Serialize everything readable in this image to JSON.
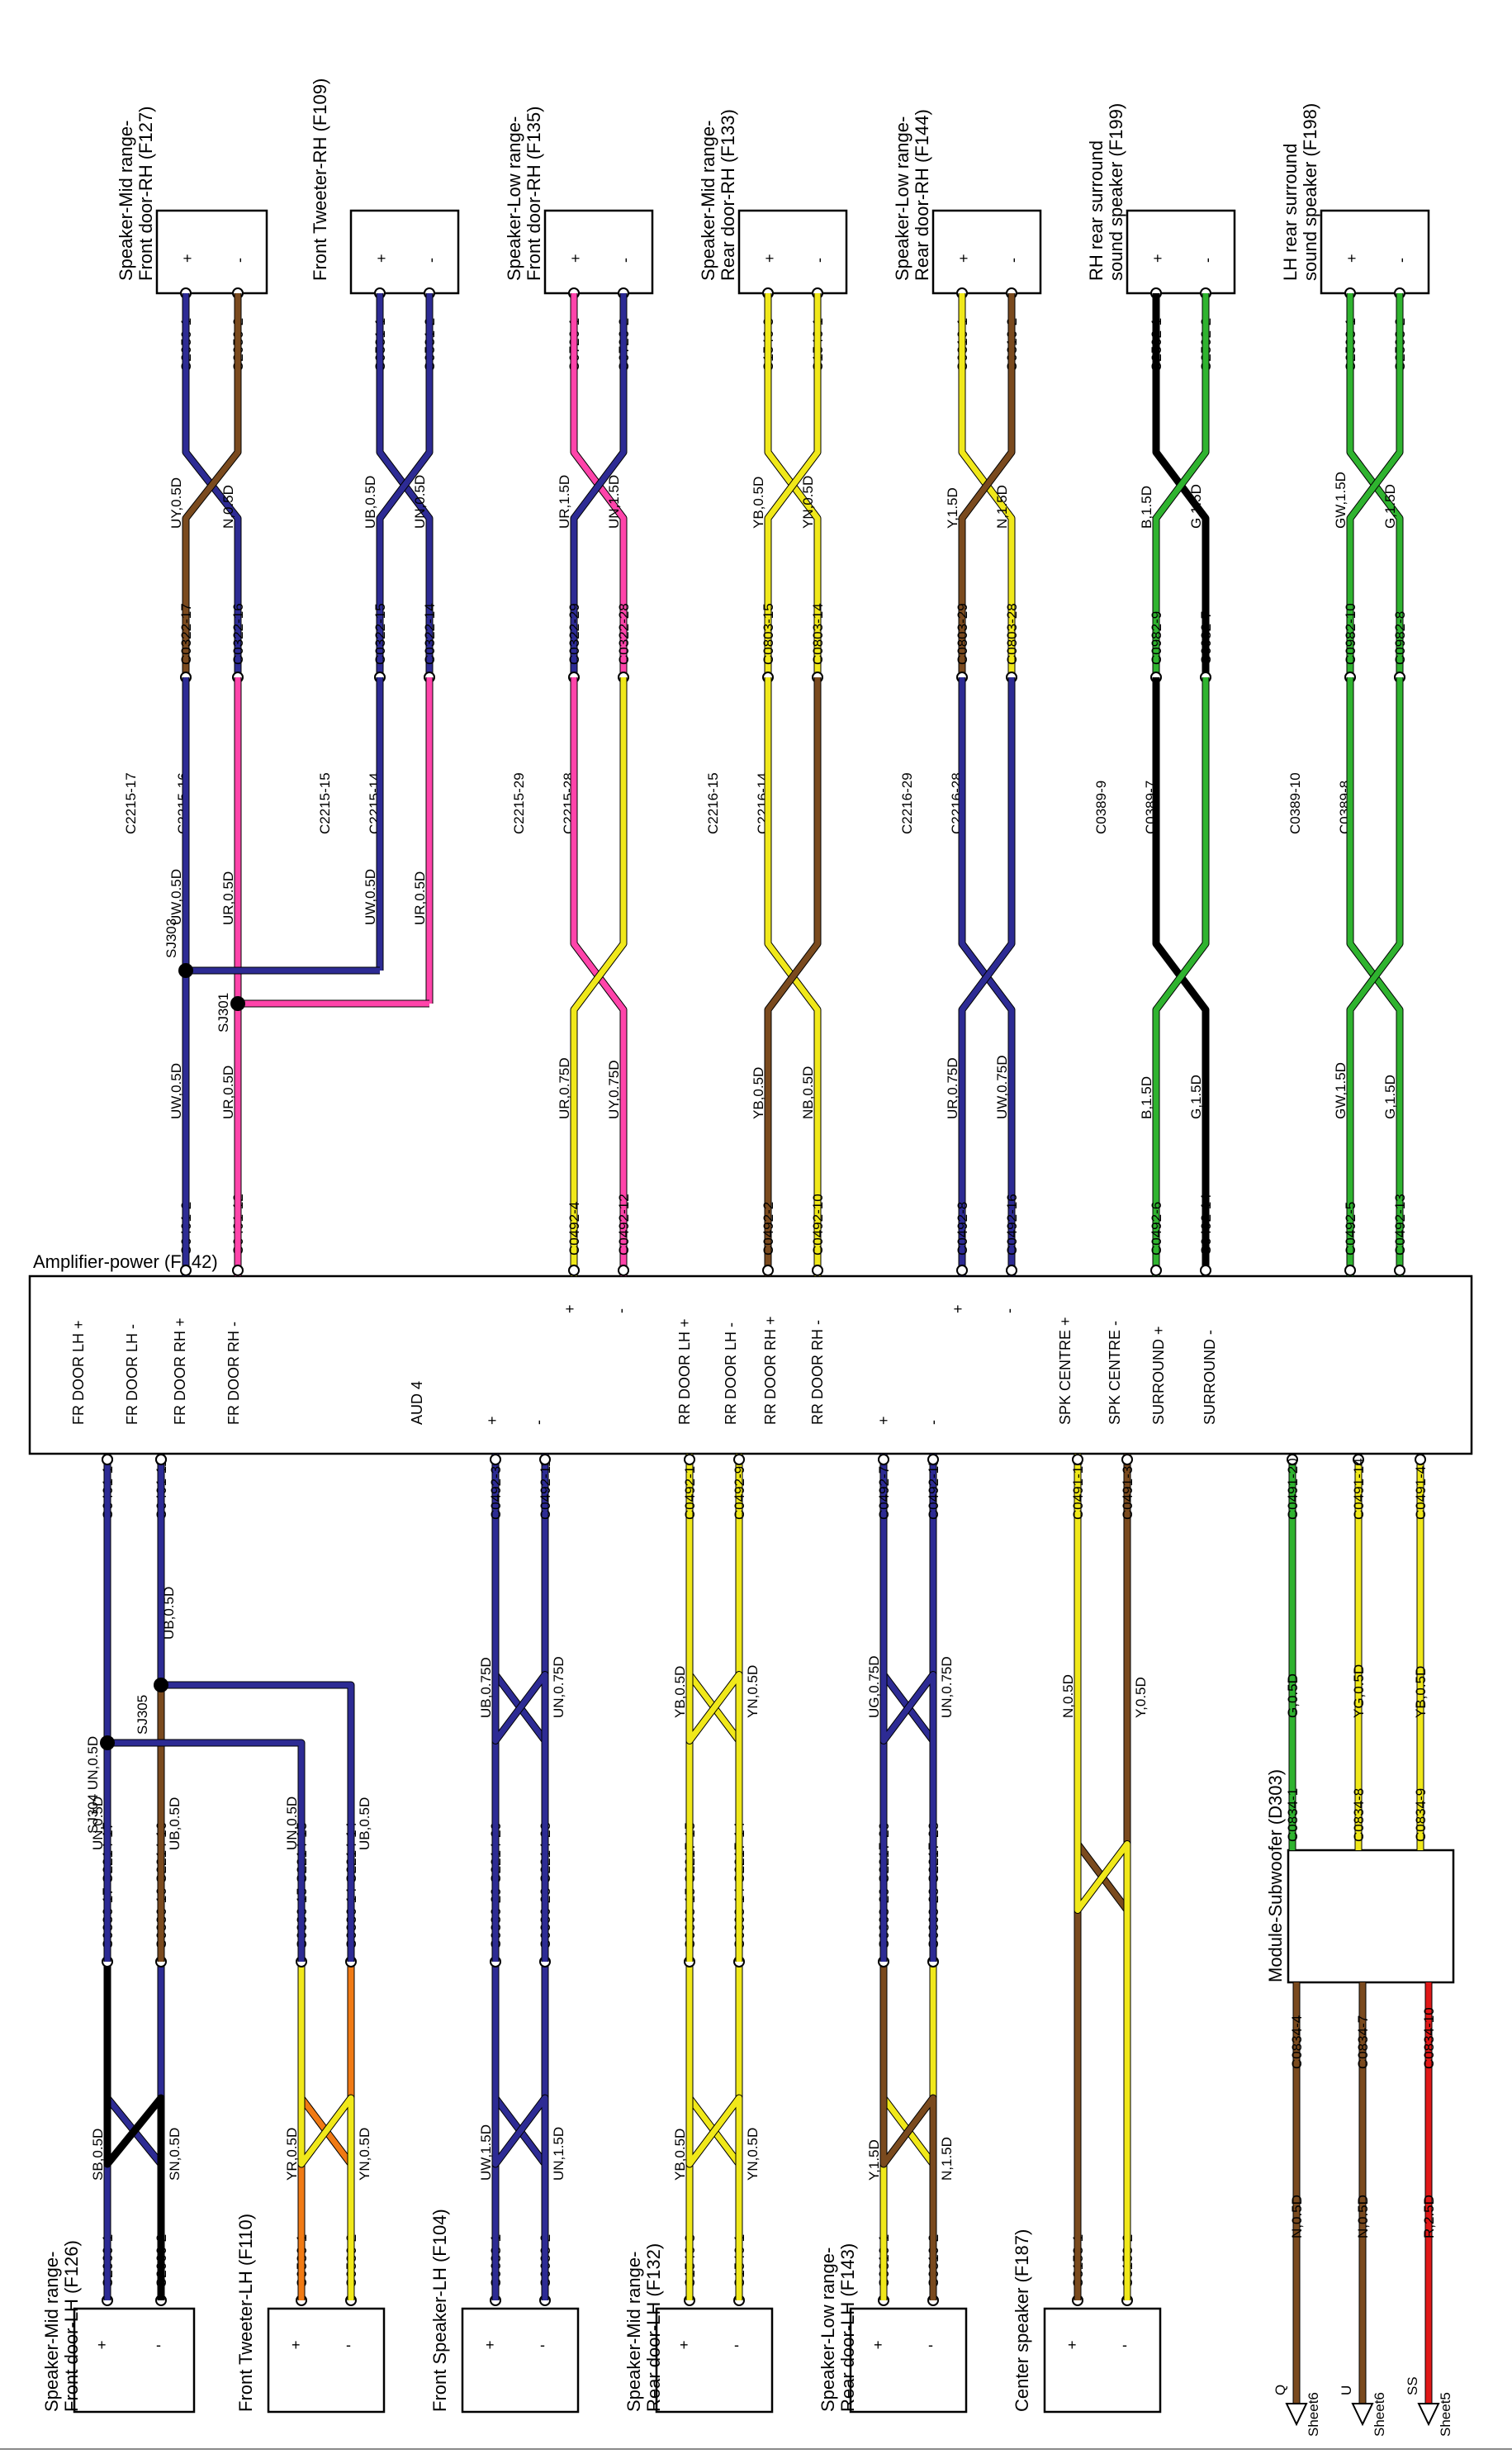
{
  "amplifier": {
    "title": "Amplifier-power (F142)",
    "pins": [
      "FR DOOR LH +",
      "FR DOOR LH -",
      "FR DOOR RH +",
      "FR DOOR RH -",
      "AUD 4",
      "+",
      "-",
      "RR DOOR LH +",
      "RR DOOR LH -",
      "RR DOOR RH +",
      "RR DOOR RH -",
      "+",
      "-",
      "SPK CENTRE +",
      "SPK CENTRE -",
      "SURROUND +",
      "SURROUND -"
    ],
    "rh_pins": [
      "+",
      "-",
      "+",
      "-"
    ]
  },
  "subwoofer": {
    "title": "Module-Subwoofer (D303)",
    "inputs": [
      {
        "conn": "C0834-1",
        "wire": "G,0.5D",
        "amp": "C0491-20"
      },
      {
        "conn": "C0834-8",
        "wire": "YG,0.5D",
        "amp": "C0491-14"
      },
      {
        "conn": "C0834-9",
        "wire": "YB,0.5D",
        "amp": "C0491-4"
      }
    ],
    "outputs": [
      {
        "conn": "C0834-4",
        "wire": "N,0.5D",
        "code": "Q",
        "sheet": "Sheet6"
      },
      {
        "conn": "C0834-7",
        "wire": "N,0.5D",
        "code": "U",
        "sheet": "Sheet6"
      },
      {
        "conn": "C0834-10",
        "wire": "R,2.5D",
        "code": "SS",
        "sheet": "Sheet5"
      }
    ]
  },
  "splices": [
    "SJ303",
    "SJ301",
    "SJ304",
    "SJ305"
  ],
  "lh_channels": [
    {
      "title": [
        "Speaker-Mid range-",
        "Front door-LH (F126)"
      ],
      "spk": [
        "C2060-1",
        "C2060-2"
      ],
      "w1": [
        "SB,0.5D",
        "SN,0.5D"
      ],
      "mid": [
        "C0336-17 C2214-17",
        "C0336-16 C2214-16"
      ],
      "w2": [
        "UN,0.5D",
        "UB,0.5D"
      ],
      "amp": [
        "C0491-1",
        "C0491-11"
      ]
    },
    {
      "title": [
        "Front Tweeter-LH (F110)"
      ],
      "spk": [
        "C0530-1",
        "C0530-2"
      ],
      "w1": [
        "YR,0.5D",
        "YN,0.5D"
      ],
      "mid": [
        "C0336-15 C2214-15",
        "C0336-14 C2214-14"
      ],
      "w2": [
        "UN,0.5D",
        "UB,0.5D"
      ],
      "amp": []
    },
    {
      "title": [
        "Front Speaker-LH (F104)"
      ],
      "spk": [
        "C0688-1",
        "C0688-2"
      ],
      "w1": [
        "UW,1.5D",
        "UN,1.5D"
      ],
      "mid": [
        "C0336-29 C2214-29",
        "C0336-28 C2214-28"
      ],
      "w2": [
        "UB,0.75D",
        "UN,0.75D"
      ],
      "amp": [
        "C0492-3",
        "C0492-11"
      ]
    },
    {
      "title": [
        "Speaker-Mid range-",
        "Rear door-LH (F132)"
      ],
      "spk": [
        "C1546-3",
        "C1546-1"
      ],
      "w1": [
        "YB,0.5D",
        "YN,0.5D"
      ],
      "mid": [
        "C0803-15 C2217-15",
        "C0803-14 C2217-14"
      ],
      "w2": [
        "YB,0.5D",
        "YN,0.5D"
      ],
      "amp": [
        "C0492-1",
        "C0492-9"
      ]
    },
    {
      "title": [
        "Speaker-Low range-",
        "Rear door-LH (F143)"
      ],
      "spk": [
        "C0310-1",
        "C0310-2"
      ],
      "w1": [
        "Y,1.5D",
        "N,1.5D"
      ],
      "mid": [
        "C0803-29 C2217-29",
        "C0803-28 C2217-28"
      ],
      "w2": [
        "UG,0.75D",
        "UN,0.75D"
      ],
      "amp": [
        "C0492-7",
        "C0492-15"
      ]
    },
    {
      "title": [
        "Center speaker (F187)"
      ],
      "spk": [
        "C3153-1",
        "C3153-2"
      ],
      "w1": [],
      "mid": [],
      "w2": [
        "N,0.5D",
        "Y,0.5D"
      ],
      "amp": [
        "C0491-13",
        "C0491-3"
      ]
    }
  ],
  "lh_extra": {
    "sj304_wire": "SJ304 UN,0.5D",
    "sj305_wire": "UB,0.5D"
  },
  "rh_channels": [
    {
      "title": [
        "Speaker-Mid range-",
        "Front door-RH (F127)"
      ],
      "spk": [
        "C2059-1",
        "C2059-2"
      ],
      "w1": [
        "UY,0.5D",
        "N,0.5D"
      ],
      "mid": [
        "C2215-17 C0322-17",
        "C2215-16 C0322-16"
      ],
      "w2": [
        "UW,0.5D",
        "UR,0.5D"
      ],
      "w3": [
        "UW,0.5D",
        "UR,0.5D"
      ],
      "amp": [
        "C0491-2",
        "C0491-12"
      ]
    },
    {
      "title": [
        "Front Tweeter-RH (F109)"
      ],
      "spk": [
        "C0531-1",
        "C0531-2"
      ],
      "w1": [
        "UB,0.5D",
        "UN,0.5D"
      ],
      "mid": [
        "C2215-15 C0322-15",
        "C2215-14 C0322-14"
      ],
      "w2": [
        "UW,0.5D",
        "UR,0.5D"
      ],
      "w3": [],
      "amp": []
    },
    {
      "title": [
        "Speaker-Low range-",
        "Front door-RH (F135)"
      ],
      "spk": [
        "C0726-1",
        "C0726-2"
      ],
      "w1": [
        "UR,1.5D",
        "UN,1.5D"
      ],
      "mid": [
        "C2215-29 C0322-29",
        "C2215-28 C0322-28"
      ],
      "w2": [],
      "w3": [
        "UR,0.75D",
        "UY,0.75D"
      ],
      "amp": [
        "C0492-4",
        "C0492-12"
      ]
    },
    {
      "title": [
        "Speaker-Mid range-",
        "Rear door-RH (F133)"
      ],
      "spk": [
        "C1546-3",
        "C1546-1"
      ],
      "w1": [
        "YB,0.5D",
        "YN,0.5D"
      ],
      "mid": [
        "C2216-15 C0803-15",
        "C2216-14 C0803-14"
      ],
      "w2": [],
      "w3": [
        "YB,0.5D",
        "NB,0.5D"
      ],
      "amp": [
        "C0492-2",
        "C0492-10"
      ]
    },
    {
      "title": [
        "Speaker-Low range-",
        "Rear door-RH (F144)"
      ],
      "spk": [
        "C0310-1",
        "C0310-2"
      ],
      "w1": [
        "Y,1.5D",
        "N,1.5D"
      ],
      "mid": [
        "C2216-29 C0803-29",
        "C2216-28 C0803-28"
      ],
      "w2": [],
      "w3": [
        "UR,0.75D",
        "UW,0.75D"
      ],
      "amp": [
        "C0492-8",
        "C0492-16"
      ]
    },
    {
      "title": [
        "RH rear surround",
        "sound speaker (F199)"
      ],
      "spk": [
        "C2502-1",
        "C2502-2"
      ],
      "w1": [
        "B,1.5D",
        "G,1.5D"
      ],
      "mid": [
        "C0389-9 C0982-9",
        "C0389-7 C0982-7"
      ],
      "w2": [],
      "w3": [
        "B,1.5D",
        "G,1.5D"
      ],
      "amp": [
        "C0492-6",
        "C0492-14"
      ]
    },
    {
      "title": [
        "LH rear surround",
        "sound speaker (F198)"
      ],
      "spk": [
        "C2503-1",
        "C2503-2"
      ],
      "w1": [
        "GW,1.5D",
        "G,1.5D"
      ],
      "mid": [
        "C0389-10 C0982-10",
        "C0389-8 C0982-8"
      ],
      "w2": [],
      "w3": [
        "GW,1.5D",
        "G,1.5D"
      ],
      "amp": [
        "C0492-5",
        "C0492-13"
      ]
    }
  ],
  "speaker_pins": [
    "+",
    "-"
  ],
  "colors": {
    "U": "#2d2b94",
    "B": "#000000",
    "N": "#7a4a1e",
    "R": "#e01818",
    "Y": "#f0e81a",
    "G": "#2fb32f",
    "W": "#ffffff",
    "S": "#a9a9a9",
    "O": "#f07a14",
    "K": "#ff44aa"
  },
  "wire_colors": {
    "lh": [
      {
        "a": [
          "N",
          "B"
        ],
        "b": [
          "U",
          "N"
        ],
        "c": [
          "U",
          "B"
        ]
      },
      {
        "a": [
          "Y",
          "Y"
        ],
        "b": [
          "U",
          "B"
        ],
        "c": [
          "O",
          "Y"
        ]
      },
      {
        "a": [
          "U",
          "U"
        ],
        "b": [
          "U",
          "U"
        ],
        "c": [
          "U",
          "U"
        ]
      },
      {
        "a": [
          "Y",
          "Y"
        ],
        "b": [
          "Y",
          "Y"
        ],
        "c": [
          "Y",
          "Y"
        ]
      },
      {
        "a": [
          "Y",
          "N"
        ],
        "b": [
          "U",
          "U"
        ],
        "c": [
          "Y",
          "N"
        ]
      },
      {
        "a": [
          "N",
          "Y"
        ],
        "b": [
          "N",
          "Y"
        ],
        "c": [
          "N",
          "Y"
        ]
      }
    ],
    "rh": [
      {
        "a": [
          "U",
          "N"
        ],
        "b": [
          "U",
          "K"
        ]
      },
      {
        "a": [
          "U",
          "U"
        ],
        "b": [
          "U",
          "K"
        ]
      },
      {
        "a": [
          "K",
          "U"
        ],
        "b": [
          "K",
          "Y"
        ]
      },
      {
        "a": [
          "Y",
          "Y"
        ],
        "b": [
          "Y",
          "N"
        ]
      },
      {
        "a": [
          "Y",
          "N"
        ],
        "b": [
          "U",
          "U"
        ]
      },
      {
        "a": [
          "B",
          "G"
        ],
        "b": [
          "B",
          "G"
        ]
      },
      {
        "a": [
          "G",
          "G"
        ],
        "b": [
          "G",
          "G"
        ]
      }
    ],
    "sub_in": [
      "G",
      "Y",
      "Y"
    ],
    "sub_out": [
      "N",
      "N",
      "R"
    ]
  }
}
